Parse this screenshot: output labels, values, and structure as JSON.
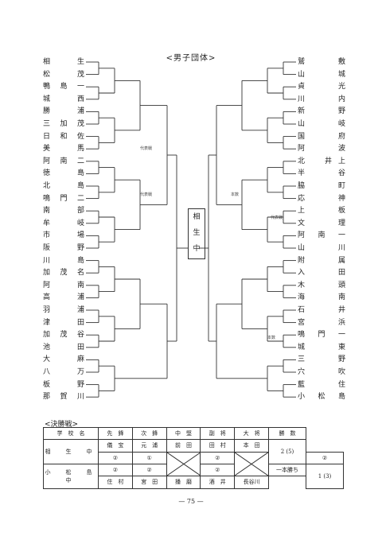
{
  "title": "<男子団体>",
  "left_teams": [
    "相　生",
    "松　茂",
    "鴨島一",
    "城　西",
    "勝　浦",
    "三加茂",
    "日和佐",
    "美　馬",
    "阿南二",
    "徳　島",
    "北　島",
    "鳴門二",
    "南　部",
    "牟　岐",
    "市　場",
    "阪　野",
    "川　島",
    "加茂名",
    "阿　南",
    "高　浦",
    "羽　浦",
    "津　田",
    "加茂谷",
    "池　田",
    "大　麻",
    "八　万",
    "板　野",
    "那賀川"
  ],
  "right_teams": [
    "鷲　敷",
    "山　城",
    "貞　光",
    "川　内",
    "新　野",
    "山　岐",
    "国　府",
    "阿　波",
    "北　井上",
    "半　谷",
    "脇　町",
    "応　神",
    "上　板",
    "文　理",
    "阿南一",
    "山　川",
    "附　属",
    "入　田",
    "木　頭",
    "海　南",
    "石　井",
    "宮　浜",
    "鳴門一",
    "城　東",
    "三　野",
    "穴　吹",
    "藍　住",
    "小松島"
  ],
  "center": [
    "相",
    "生",
    "中"
  ],
  "notes": [
    "代表戦",
    "代表戦",
    "本数",
    "代表戦",
    "本数"
  ],
  "final": {
    "title": "<決勝戦>",
    "headers": [
      "学　校　名",
      "先　鋒",
      "次　鋒",
      "中　堅",
      "副　将",
      "大　将",
      "勝　数"
    ],
    "row1": {
      "school": "相　生　中",
      "names": [
        "儀　宝",
        "元　浦",
        "前　田",
        "田　村",
        "本　田"
      ],
      "score": "2 (5)"
    },
    "row2": {
      "school": "小　松　島　中",
      "names": [
        "住　村",
        "宮　田",
        "播　磨",
        "酒　井",
        "長谷川"
      ],
      "score": "1 (3)"
    },
    "marks1": [
      "②",
      "①",
      "",
      "②",
      "②",
      "",
      ""
    ],
    "marks2": [
      "②",
      "②",
      "",
      "②",
      "",
      "一本勝ち"
    ]
  },
  "page_number": "— 75 —"
}
